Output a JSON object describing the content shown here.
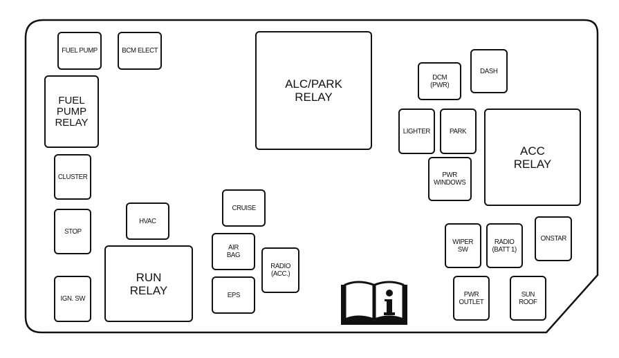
{
  "diagram": {
    "title": "Instrument Panel Fuse Block",
    "colors": {
      "line": "#111111",
      "background": "#ffffff"
    },
    "fuses": {
      "fuel_pump": "FUEL PUMP",
      "bcm_elect": "BCM ELECT",
      "cluster": "CLUSTER",
      "stop": "STOP",
      "ign_sw": "IGN. SW",
      "hvac": "HVAC",
      "cruise": "CRUISE",
      "air_bag": "AIR\nBAG",
      "eps": "EPS",
      "radio_acc": "RADIO\n(ACC.)",
      "dcm_pwr": "DCM\n(PWR)",
      "dash": "DASH",
      "lighter": "LIGHTER",
      "park": "PARK",
      "pwr_windows": "PWR\nWINDOWS",
      "wiper_sw": "WIPER\nSW",
      "radio_batt1": "RADIO\n(BATT 1)",
      "onstar": "ONSTAR",
      "pwr_outlet": "PWR\nOUTLET",
      "sun_roof": "SUN\nROOF"
    },
    "relays": {
      "fuel_pump_relay": "FUEL\nPUMP\nRELAY",
      "run_relay": "RUN\nRELAY",
      "alc_park_relay": "ALC/PARK\nRELAY",
      "acc_relay": "ACC\nRELAY"
    },
    "icons": {
      "manual": "owner-manual-info-icon"
    }
  }
}
